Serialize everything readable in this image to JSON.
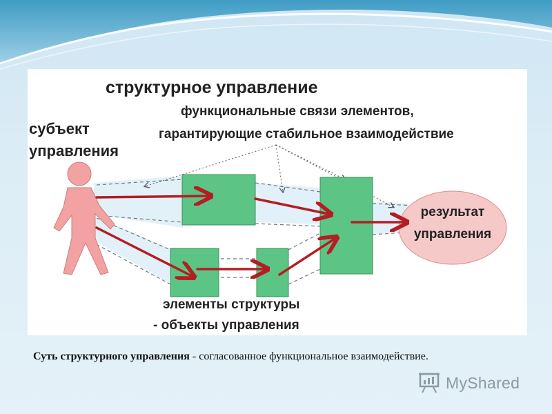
{
  "diagram": {
    "title": "структурное управление",
    "subtitle_line1": "функциональные связи элементов,",
    "subtitle_line2": "гарантирующие стабильное взаимодействие",
    "subject_line1": "субъект",
    "subject_line2": "управления",
    "result_line1": "результат",
    "result_line2": "управления",
    "elements_line1": "элементы структуры",
    "elements_line2": "- объекты управления",
    "colors": {
      "box_fill": "#5cc484",
      "person_fill": "#f2a2a2",
      "result_fill": "#f6c9c9",
      "arrow": "#b41d23"
    }
  },
  "caption": {
    "bold": "Суть структурного управления",
    "rest": " - согласованное функциональное взаимодействие."
  },
  "logo": {
    "text": "MyShared",
    "icon": "presentation-board-icon"
  }
}
